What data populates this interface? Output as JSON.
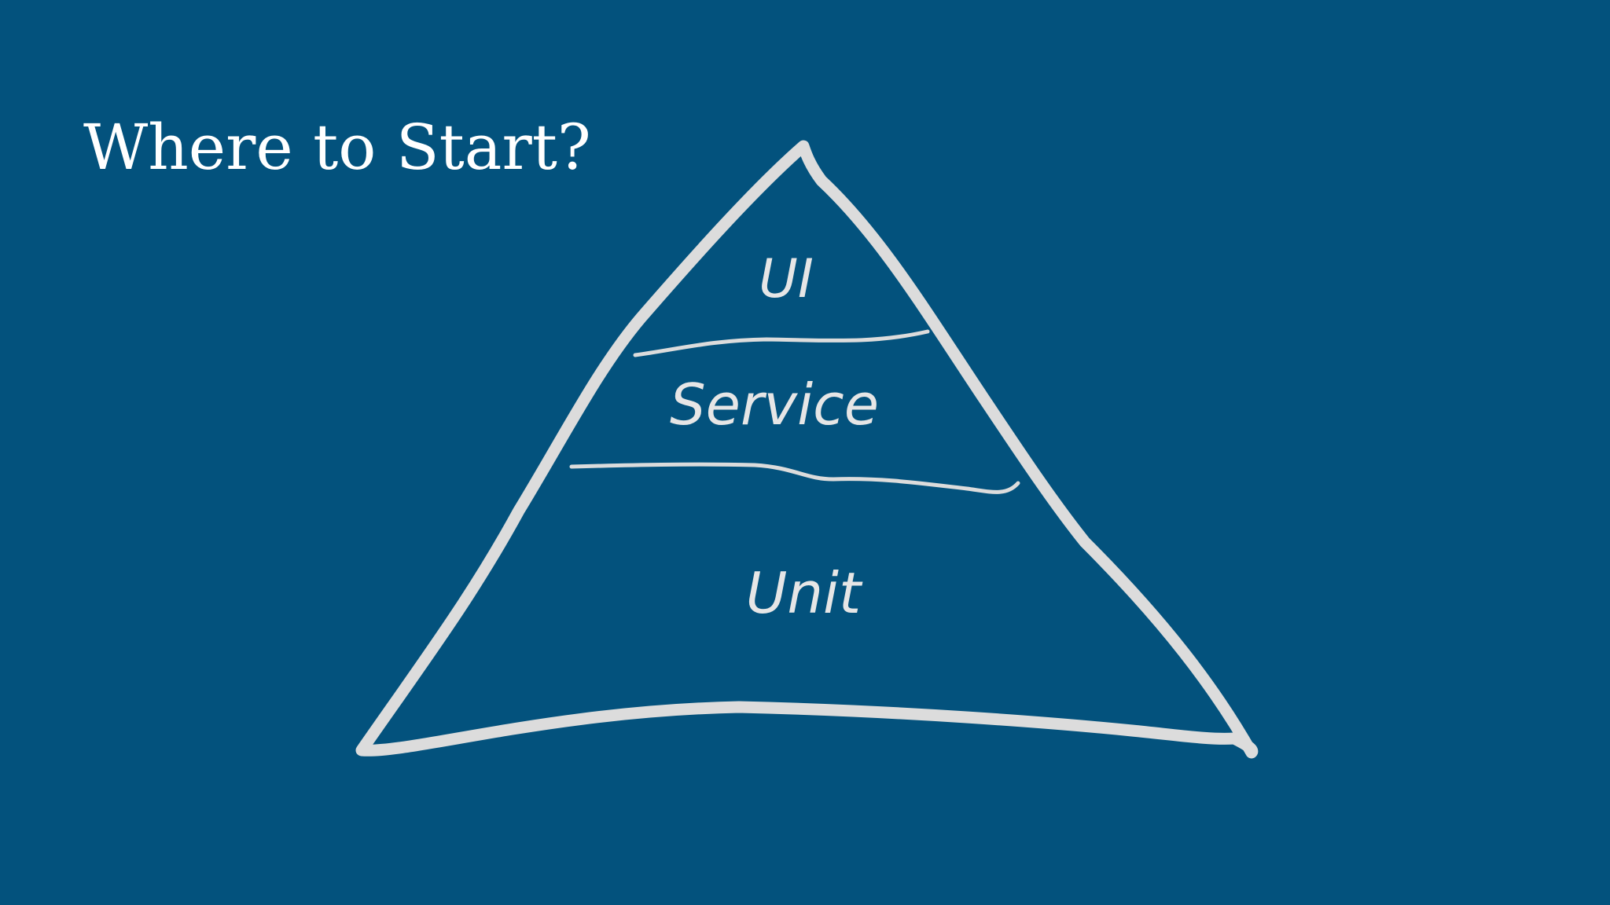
{
  "slide": {
    "title": "Where to Start?"
  },
  "pyramid": {
    "tiers": [
      {
        "label": "UI"
      },
      {
        "label": "Service"
      },
      {
        "label": "Unit"
      }
    ],
    "colors": {
      "background": "#03527d",
      "stroke": "#dcdcdc",
      "text": "#ffffff"
    }
  }
}
